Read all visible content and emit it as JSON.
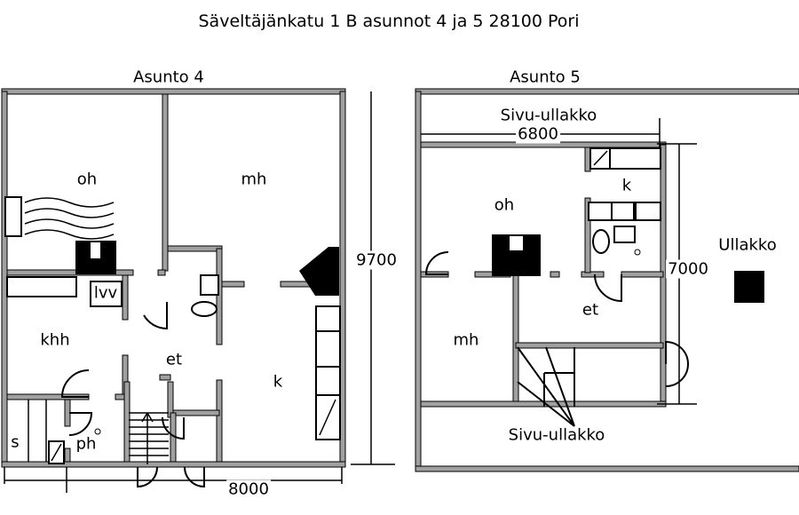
{
  "title": "Säveltäjänkatu 1 B asunnot 4 ja 5 28100 Pori",
  "apartment4": {
    "heading": "Asunto 4",
    "rooms": {
      "oh": "oh",
      "mh": "mh",
      "lvv": "lvv",
      "khh": "khh",
      "et": "et",
      "k": "k",
      "s": "s",
      "ph": "ph"
    },
    "dim_height": "9700",
    "dim_width": "8000"
  },
  "apartment5": {
    "heading": "Asunto 5",
    "rooms": {
      "side_attic_top": "Sivu-ullakko",
      "oh": "oh",
      "k": "k",
      "mh": "mh",
      "et": "et",
      "side_attic_bottom": "Sivu-ullakko",
      "attic": "Ullakko"
    },
    "dim_width": "6800",
    "dim_height": "7000"
  },
  "colors": {
    "wall": "#a0a0a0",
    "ink": "#000000"
  }
}
